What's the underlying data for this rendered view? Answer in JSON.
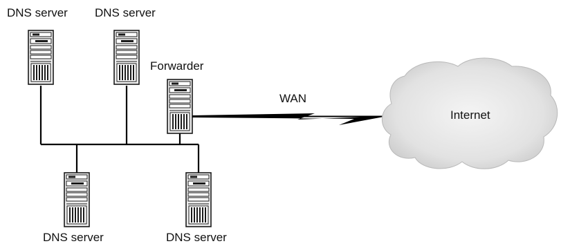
{
  "labels": {
    "dns_top_left": "DNS server",
    "dns_top_right": "DNS server",
    "forwarder": "Forwarder",
    "wan": "WAN",
    "internet": "Internet",
    "dns_bottom_left": "DNS server",
    "dns_bottom_right": "DNS server"
  },
  "colors": {
    "line": "#000000",
    "server_body": "#ececec",
    "server_outline": "#1a1a1a",
    "cloud_fill": "#e6e6e6"
  }
}
